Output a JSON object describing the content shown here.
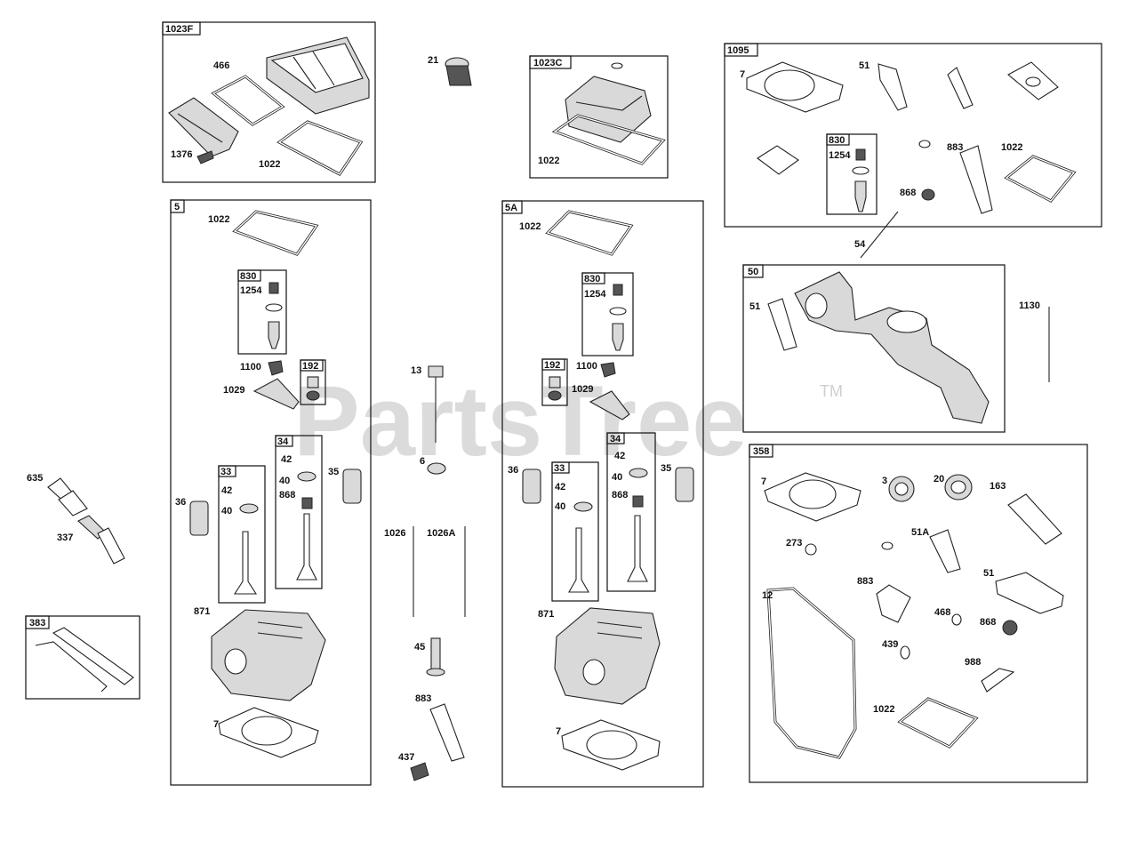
{
  "watermark": {
    "text": "PartsTree",
    "tm": "TM"
  },
  "group_labels": {
    "g1023F": "1023F",
    "g1023C": "1023C",
    "g1095": "1095",
    "g5": "5",
    "g5A": "5A",
    "g50": "50",
    "g358": "358",
    "g383": "383",
    "g830a": "830",
    "g830b": "830",
    "g830c": "830",
    "g192a": "192",
    "g192b": "192",
    "g34a": "34",
    "g34b": "34",
    "g33a": "33",
    "g33b": "33"
  },
  "callouts": {
    "c466": "466",
    "c1376": "1376",
    "c1022_1023F": "1022",
    "c21": "21",
    "c1022_1023C": "1022",
    "c7_1095": "7",
    "c51_1095": "51",
    "c1254_1095": "1254",
    "c883_1095": "883",
    "c1022_1095": "1022",
    "c868_1095": "868",
    "c54": "54",
    "c51_50": "51",
    "c1130": "1130",
    "c1022_5": "1022",
    "c1254_5": "1254",
    "c1100_5": "1100",
    "c1029_5": "1029",
    "c42_5": "42",
    "c40_5a": "40",
    "c868_5": "868",
    "c35_5": "35",
    "c42_5b": "42",
    "c40_5b": "40",
    "c36_5": "36",
    "c871_5": "871",
    "c7_5": "7",
    "c13": "13",
    "c6": "6",
    "c1026": "1026",
    "c1026A": "1026A",
    "c45": "45",
    "c883": "883",
    "c437": "437",
    "c1022_5A": "1022",
    "c1254_5A": "1254",
    "c1100_5A": "1100",
    "c1029_5A": "1029",
    "c36_5A": "36",
    "c42_5Aa": "42",
    "c40_5Aa": "40",
    "c868_5A": "868",
    "c35_5A": "35",
    "c42_5Ab": "42",
    "c40_5Ab": "40",
    "c871_5A": "871",
    "c7_5A": "7",
    "c635": "635",
    "c337": "337",
    "c7_358": "7",
    "c3": "3",
    "c20": "20",
    "c163": "163",
    "c273": "273",
    "c51A": "51A",
    "c12": "12",
    "c883_358": "883",
    "c51_358": "51",
    "c468": "468",
    "c868_358": "868",
    "c439": "439",
    "c988": "988",
    "c1022_358": "1022"
  }
}
